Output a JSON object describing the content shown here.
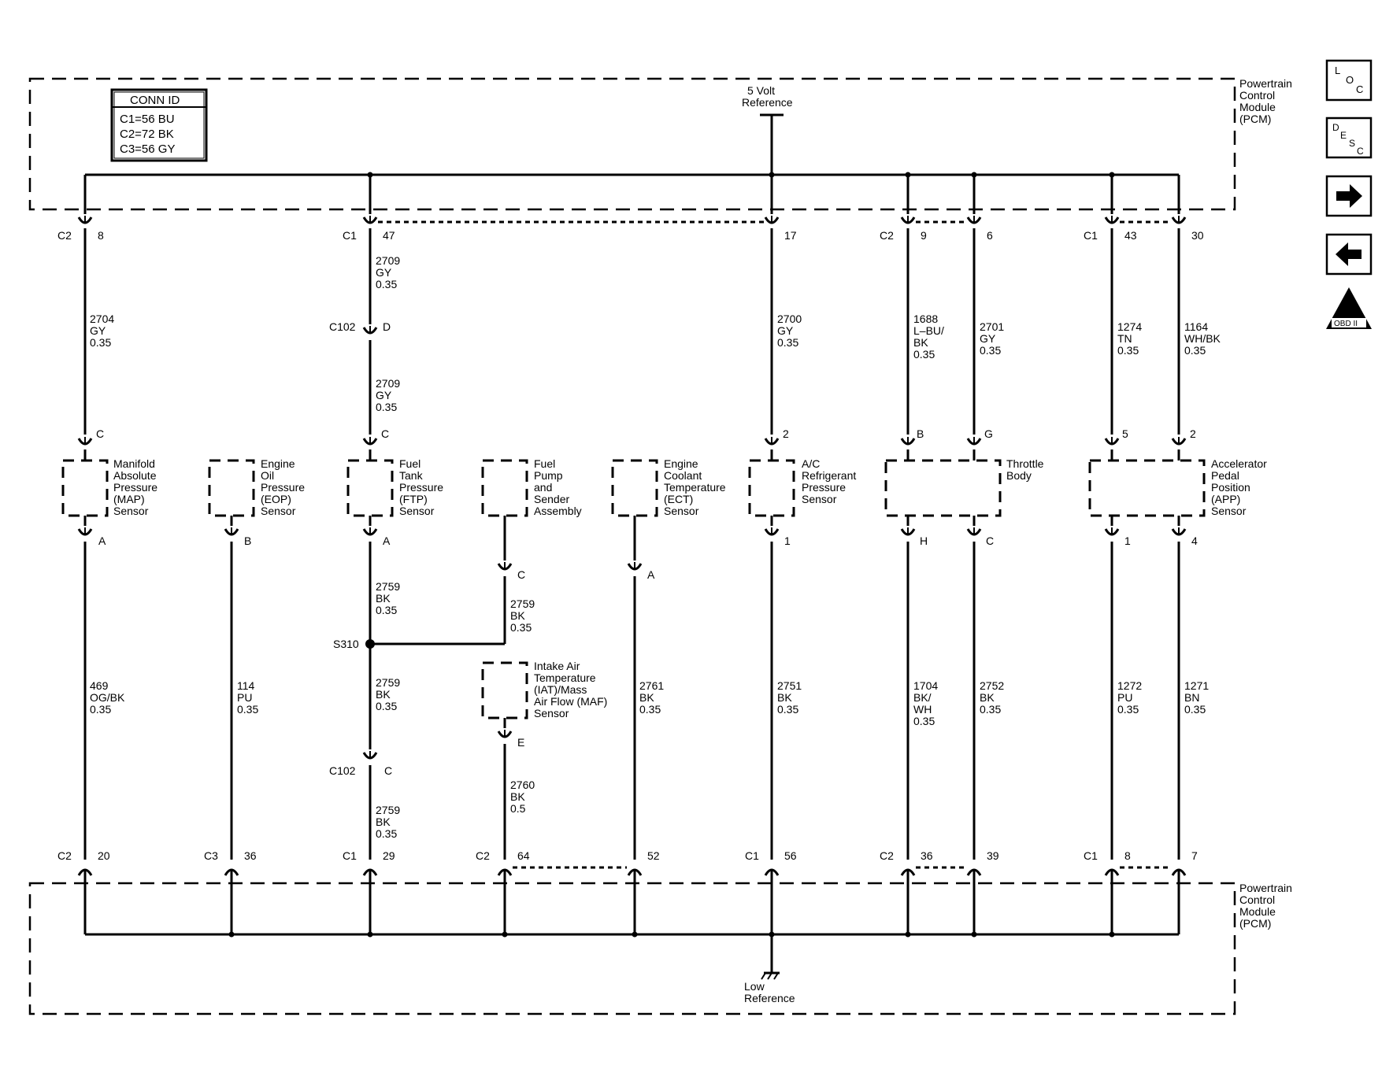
{
  "pcm_label": [
    "Powertrain",
    "Control",
    "Module",
    "(PCM)"
  ],
  "conn_id": {
    "title": "CONN ID",
    "lines": [
      "C1=56 BU",
      "C2=72 BK",
      "C3=56 GY"
    ]
  },
  "five_volt_reference": [
    "5 Volt",
    "Reference"
  ],
  "low_reference": [
    "Low",
    "Reference"
  ],
  "side_buttons": {
    "loc": [
      "L",
      "O",
      "C"
    ],
    "desc": [
      "D",
      "E",
      "S",
      "C"
    ],
    "next": "→",
    "prev": "←",
    "obd": {
      "roman": "II",
      "label": "OBD II"
    }
  },
  "top_pins": [
    {
      "conn": "C2",
      "pin": "8"
    },
    {
      "conn": "C1",
      "pin": "47"
    },
    {
      "conn": "",
      "pin": "17"
    },
    {
      "conn": "C2",
      "pin": "9"
    },
    {
      "conn": "",
      "pin": "6"
    },
    {
      "conn": "C1",
      "pin": "43"
    },
    {
      "conn": "",
      "pin": "30"
    }
  ],
  "bottom_pins": [
    {
      "conn": "C2",
      "pin": "20"
    },
    {
      "conn": "C3",
      "pin": "36"
    },
    {
      "conn": "C1",
      "pin": "29"
    },
    {
      "conn": "C2",
      "pin": "64"
    },
    {
      "conn": "",
      "pin": "52"
    },
    {
      "conn": "C1",
      "pin": "56"
    },
    {
      "conn": "C2",
      "pin": "36"
    },
    {
      "conn": "",
      "pin": "39"
    },
    {
      "conn": "C1",
      "pin": "8"
    },
    {
      "conn": "",
      "pin": "7"
    }
  ],
  "wires_upper": [
    [
      "2704",
      "GY",
      "0.35"
    ],
    [
      "2709",
      "GY",
      "0.35"
    ],
    [
      "2709",
      "GY",
      "0.35"
    ],
    [
      "2700",
      "GY",
      "0.35"
    ],
    [
      "1688",
      "L–BU/",
      "BK",
      "0.35"
    ],
    [
      "2701",
      "GY",
      "0.35"
    ],
    [
      "1274",
      "TN",
      "0.35"
    ],
    [
      "1164",
      "WH/BK",
      "0.35"
    ]
  ],
  "wires_lower": [
    [
      "469",
      "OG/BK",
      "0.35"
    ],
    [
      "114",
      "PU",
      "0.35"
    ],
    [
      "2759",
      "BK",
      "0.35"
    ],
    [
      "2759",
      "BK",
      "0.35"
    ],
    [
      "2759",
      "BK",
      "0.35"
    ],
    [
      "2759",
      "BK",
      "0.35"
    ],
    [
      "2760",
      "BK",
      "0.5"
    ],
    [
      "2761",
      "BK",
      "0.35"
    ],
    [
      "2751",
      "BK",
      "0.35"
    ],
    [
      "1704",
      "BK/",
      "WH",
      "0.35"
    ],
    [
      "2752",
      "BK",
      "0.35"
    ],
    [
      "1272",
      "PU",
      "0.35"
    ],
    [
      "1271",
      "BN",
      "0.35"
    ]
  ],
  "c102": {
    "name": "C102",
    "pin_top": "D",
    "pin_bottom": "C"
  },
  "splice": "S310",
  "components": [
    {
      "name": [
        "Manifold",
        "Absolute",
        "Pressure",
        "(MAP)",
        "Sensor"
      ],
      "top_pin": "C",
      "bottom_pin": "A"
    },
    {
      "name": [
        "Engine",
        "Oil",
        "Pressure",
        "(EOP)",
        "Sensor"
      ],
      "top_pin": "",
      "bottom_pin": "B"
    },
    {
      "name": [
        "Fuel",
        "Tank",
        "Pressure",
        "(FTP)",
        "Sensor"
      ],
      "top_pin": "C",
      "bottom_pin": "A"
    },
    {
      "name": [
        "Fuel",
        "Pump",
        "and",
        "Sender",
        "Assembly"
      ],
      "top_pin": "",
      "bottom_pin": "C"
    },
    {
      "name": [
        "Engine",
        "Coolant",
        "Temperature",
        "(ECT)",
        "Sensor"
      ],
      "top_pin": "",
      "bottom_pin": "A"
    },
    {
      "name": [
        "A/C",
        "Refrigerant",
        "Pressure",
        "Sensor"
      ],
      "top_pin": "2",
      "bottom_pin": "1"
    },
    {
      "name": [
        "Throttle",
        "Body"
      ],
      "top_pins": [
        "B",
        "G"
      ],
      "bottom_pins": [
        "H",
        "C"
      ]
    },
    {
      "name": [
        "Accelerator",
        "Pedal",
        "Position",
        "(APP)",
        "Sensor"
      ],
      "top_pins": [
        "5",
        "2"
      ],
      "bottom_pins": [
        "1",
        "4"
      ]
    },
    {
      "name": [
        "Intake Air",
        "Temperature",
        "(IAT)/Mass",
        "Air Flow (MAF)",
        "Sensor"
      ],
      "top_pin": "",
      "bottom_pin": "E"
    }
  ]
}
